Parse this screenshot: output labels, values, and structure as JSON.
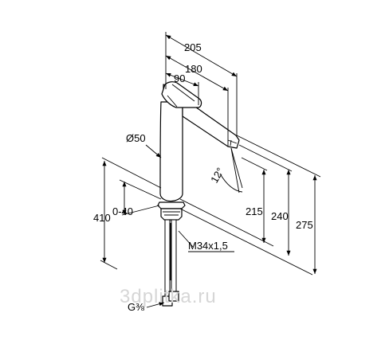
{
  "dimensions": {
    "d205": "205",
    "d180": "180",
    "d90": "90",
    "diameter": "Ø50",
    "angle": "12°",
    "h215": "215",
    "h240": "240",
    "h275": "275",
    "h410": "410",
    "range": "0-40",
    "thread": "M34x1,5",
    "connection": "G⅜"
  },
  "watermark": "3dplitka.ru"
}
